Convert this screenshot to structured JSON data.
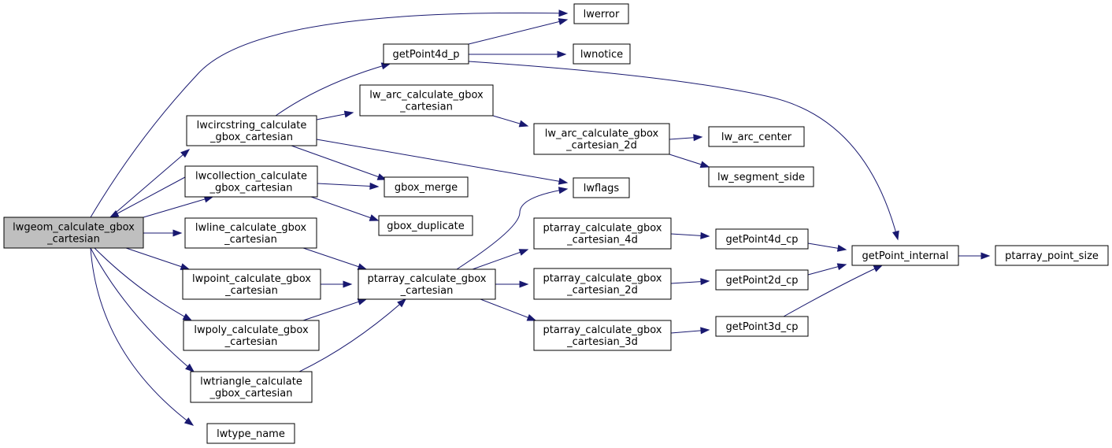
{
  "nodes": {
    "root": [
      "lwgeom_calculate_gbox",
      "_cartesian"
    ],
    "circ": [
      "lwcircstring_calculate",
      "_gbox_cartesian"
    ],
    "coll": [
      "lwcollection_calculate",
      "_gbox_cartesian"
    ],
    "line": [
      "lwline_calculate_gbox",
      "_cartesian"
    ],
    "point": [
      "lwpoint_calculate_gbox",
      "_cartesian"
    ],
    "poly": [
      "lwpoly_calculate_gbox",
      "_cartesian"
    ],
    "tri": [
      "lwtriangle_calculate",
      "_gbox_cartesian"
    ],
    "typename": [
      "lwtype_name"
    ],
    "gp4dp": [
      "getPoint4d_p"
    ],
    "lwerror": [
      "lwerror"
    ],
    "lwnotice": [
      "lwnotice"
    ],
    "arc": [
      "lw_arc_calculate_gbox",
      "_cartesian"
    ],
    "arc2d": [
      "lw_arc_calculate_gbox",
      "_cartesian_2d"
    ],
    "arccenter": [
      "lw_arc_center"
    ],
    "segside": [
      "lw_segment_side"
    ],
    "merge": [
      "gbox_merge"
    ],
    "dup": [
      "gbox_duplicate"
    ],
    "lwflags": [
      "lwflags"
    ],
    "ptarr": [
      "ptarray_calculate_gbox",
      "_cartesian"
    ],
    "pt4d": [
      "ptarray_calculate_gbox",
      "_cartesian_4d"
    ],
    "pt2d": [
      "ptarray_calculate_gbox",
      "_cartesian_2d"
    ],
    "pt3d": [
      "ptarray_calculate_gbox",
      "_cartesian_3d"
    ],
    "gp4cp": [
      "getPoint4d_cp"
    ],
    "gp2cp": [
      "getPoint2d_cp"
    ],
    "gp3cp": [
      "getPoint3d_cp"
    ],
    "gpint": [
      "getPoint_internal"
    ],
    "ptsize": [
      "ptarray_point_size"
    ]
  },
  "edges": [
    [
      "root",
      "lwerror"
    ],
    [
      "root",
      "circ"
    ],
    [
      "root",
      "coll"
    ],
    [
      "root",
      "line"
    ],
    [
      "root",
      "point"
    ],
    [
      "root",
      "poly"
    ],
    [
      "root",
      "tri"
    ],
    [
      "root",
      "typename"
    ],
    [
      "coll",
      "root"
    ],
    [
      "coll",
      "merge"
    ],
    [
      "coll",
      "dup"
    ],
    [
      "circ",
      "gp4dp"
    ],
    [
      "circ",
      "arc"
    ],
    [
      "circ",
      "lwflags"
    ],
    [
      "circ",
      "merge"
    ],
    [
      "gp4dp",
      "lwerror"
    ],
    [
      "gp4dp",
      "lwnotice"
    ],
    [
      "gp4dp",
      "gpint"
    ],
    [
      "arc",
      "arc2d"
    ],
    [
      "arc2d",
      "arccenter"
    ],
    [
      "arc2d",
      "segside"
    ],
    [
      "line",
      "ptarr"
    ],
    [
      "point",
      "ptarr"
    ],
    [
      "poly",
      "ptarr"
    ],
    [
      "tri",
      "ptarr"
    ],
    [
      "ptarr",
      "lwflags"
    ],
    [
      "ptarr",
      "pt4d"
    ],
    [
      "ptarr",
      "pt2d"
    ],
    [
      "ptarr",
      "pt3d"
    ],
    [
      "pt4d",
      "gp4cp"
    ],
    [
      "pt2d",
      "gp2cp"
    ],
    [
      "pt3d",
      "gp3cp"
    ],
    [
      "gp4cp",
      "gpint"
    ],
    [
      "gp2cp",
      "gpint"
    ],
    [
      "gp3cp",
      "gpint"
    ],
    [
      "gpint",
      "ptsize"
    ]
  ]
}
